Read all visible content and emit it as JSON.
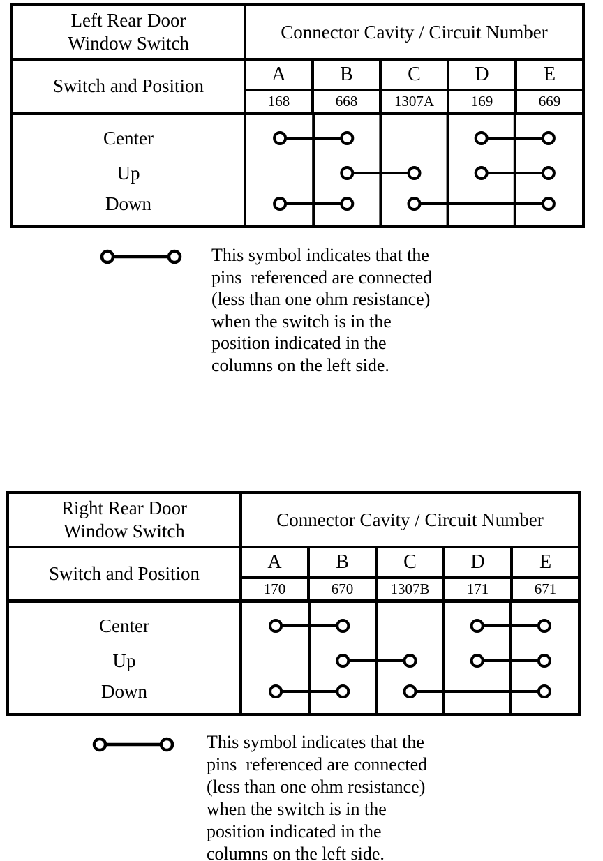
{
  "document": {
    "background": "#ffffff",
    "ink_color": "#000000"
  },
  "tables": [
    {
      "title_line1": "Left Rear Door",
      "title_line2": "Window Switch",
      "connector_header": "Connector Cavity / Circuit Number",
      "row_header": "Switch and Position",
      "columns": [
        {
          "cavity": "A",
          "circuit": "168"
        },
        {
          "cavity": "B",
          "circuit": "668"
        },
        {
          "cavity": "C",
          "circuit": "1307A"
        },
        {
          "cavity": "D",
          "circuit": "169"
        },
        {
          "cavity": "E",
          "circuit": "669"
        }
      ],
      "rows": [
        {
          "position": "Center",
          "connections": [
            [
              "A",
              "B"
            ],
            [
              "D",
              "E"
            ]
          ]
        },
        {
          "position": "Up",
          "connections": [
            [
              "B",
              "C"
            ],
            [
              "D",
              "E"
            ]
          ]
        },
        {
          "position": "Down",
          "connections": [
            [
              "A",
              "B"
            ],
            [
              "C",
              "E"
            ]
          ]
        }
      ]
    },
    {
      "title_line1": "Right Rear Door",
      "title_line2": "Window Switch",
      "connector_header": "Connector Cavity / Circuit Number",
      "row_header": "Switch and Position",
      "columns": [
        {
          "cavity": "A",
          "circuit": "170"
        },
        {
          "cavity": "B",
          "circuit": "670"
        },
        {
          "cavity": "C",
          "circuit": "1307B"
        },
        {
          "cavity": "D",
          "circuit": "171"
        },
        {
          "cavity": "E",
          "circuit": "671"
        }
      ],
      "rows": [
        {
          "position": "Center",
          "connections": [
            [
              "A",
              "B"
            ],
            [
              "D",
              "E"
            ]
          ]
        },
        {
          "position": "Up",
          "connections": [
            [
              "B",
              "C"
            ],
            [
              "D",
              "E"
            ]
          ]
        },
        {
          "position": "Down",
          "connections": [
            [
              "A",
              "B"
            ],
            [
              "C",
              "E"
            ]
          ]
        }
      ]
    }
  ],
  "legend": {
    "lines": [
      "This symbol indicates that the",
      "pins  referenced are connected",
      "(less than one ohm resistance)",
      "when the switch is in the",
      "position indicated in the",
      "columns on the left side."
    ]
  }
}
